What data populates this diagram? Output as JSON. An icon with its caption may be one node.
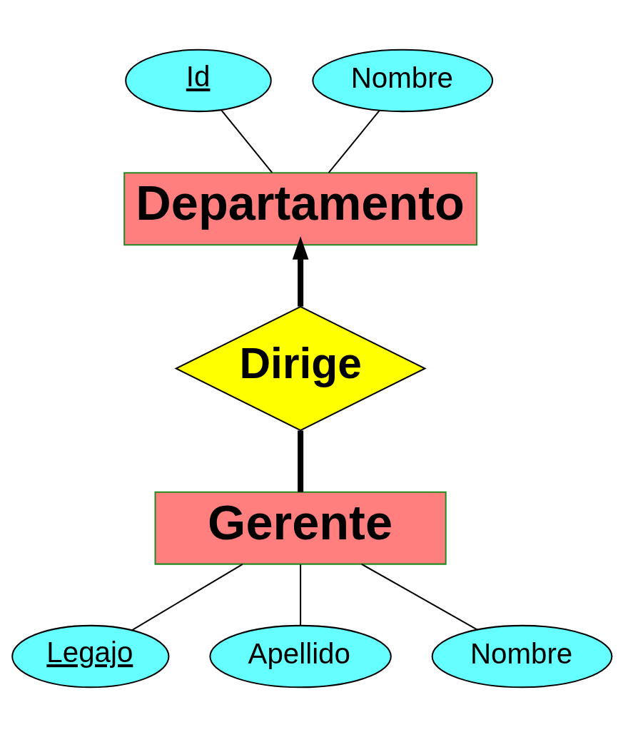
{
  "diagram": {
    "nodes": [
      {
        "text": [
          "Id"
        ]
      },
      {
        "text": [
          "Nombre"
        ]
      },
      {
        "text": [
          "Departamento"
        ]
      },
      {
        "text": [
          "Dirige"
        ]
      },
      {
        "text": [
          "Gerente"
        ]
      },
      {
        "text": [
          "Legajo"
        ]
      },
      {
        "text": [
          "Apellido"
        ]
      },
      {
        "text": [
          "Nombre"
        ]
      }
    ],
    "edges": [
      {
        "from": 0,
        "to": 2,
        "arrow": "none"
      },
      {
        "from": 1,
        "to": 2,
        "arrow": "none"
      },
      {
        "from": 3,
        "to": 2,
        "arrow": "to",
        "style": "thick"
      },
      {
        "from": 4,
        "to": 3,
        "arrow": "none",
        "style": "thick"
      },
      {
        "from": 4,
        "to": 5,
        "arrow": "none"
      },
      {
        "from": 4,
        "to": 6,
        "arrow": "none"
      },
      {
        "from": 4,
        "to": 7,
        "arrow": "none"
      }
    ]
  }
}
